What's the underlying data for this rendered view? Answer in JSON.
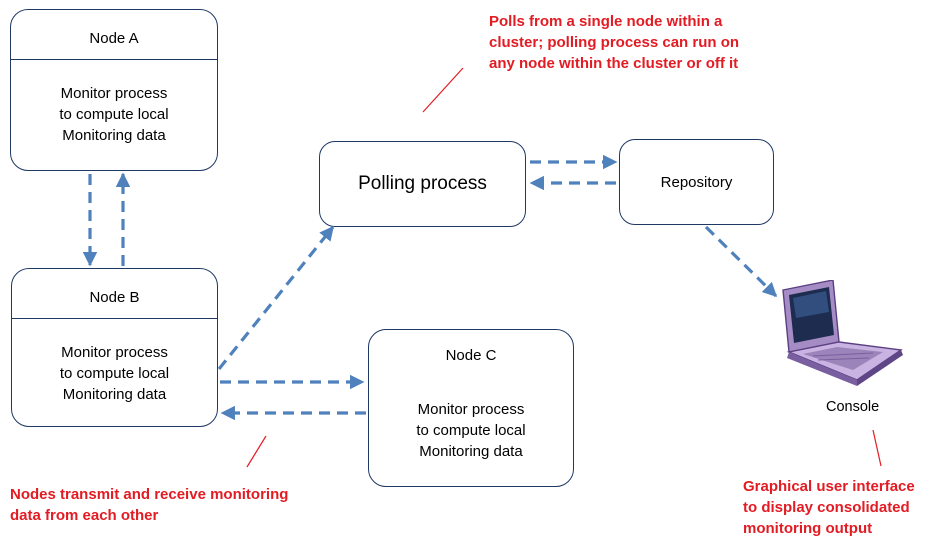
{
  "nodes": {
    "a": {
      "title": "Node  A",
      "lines": [
        "Monitor process",
        "to compute local",
        "Monitoring data"
      ]
    },
    "b": {
      "title": "Node B",
      "lines": [
        "Monitor process",
        "to compute local",
        "Monitoring data"
      ]
    },
    "c": {
      "title": "Node C",
      "lines": [
        "Monitor process",
        "to compute local",
        "Monitoring data"
      ]
    }
  },
  "polling": {
    "label": "Polling process"
  },
  "repository": {
    "label": "Repository"
  },
  "console": {
    "label": "Console",
    "icon": "laptop-icon"
  },
  "notes": {
    "polling": [
      "Polls from a single node within a",
      "cluster; polling process can run on",
      "any node within the cluster or off it"
    ],
    "nodes": [
      "Nodes transmit and receive monitoring",
      "data from each other"
    ],
    "console": [
      "Graphical user interface",
      "to display consolidated",
      "monitoring output"
    ]
  },
  "colors": {
    "node_border": "#1f3864",
    "arrow": "#4f81bd",
    "note_text": "#e31b23"
  }
}
